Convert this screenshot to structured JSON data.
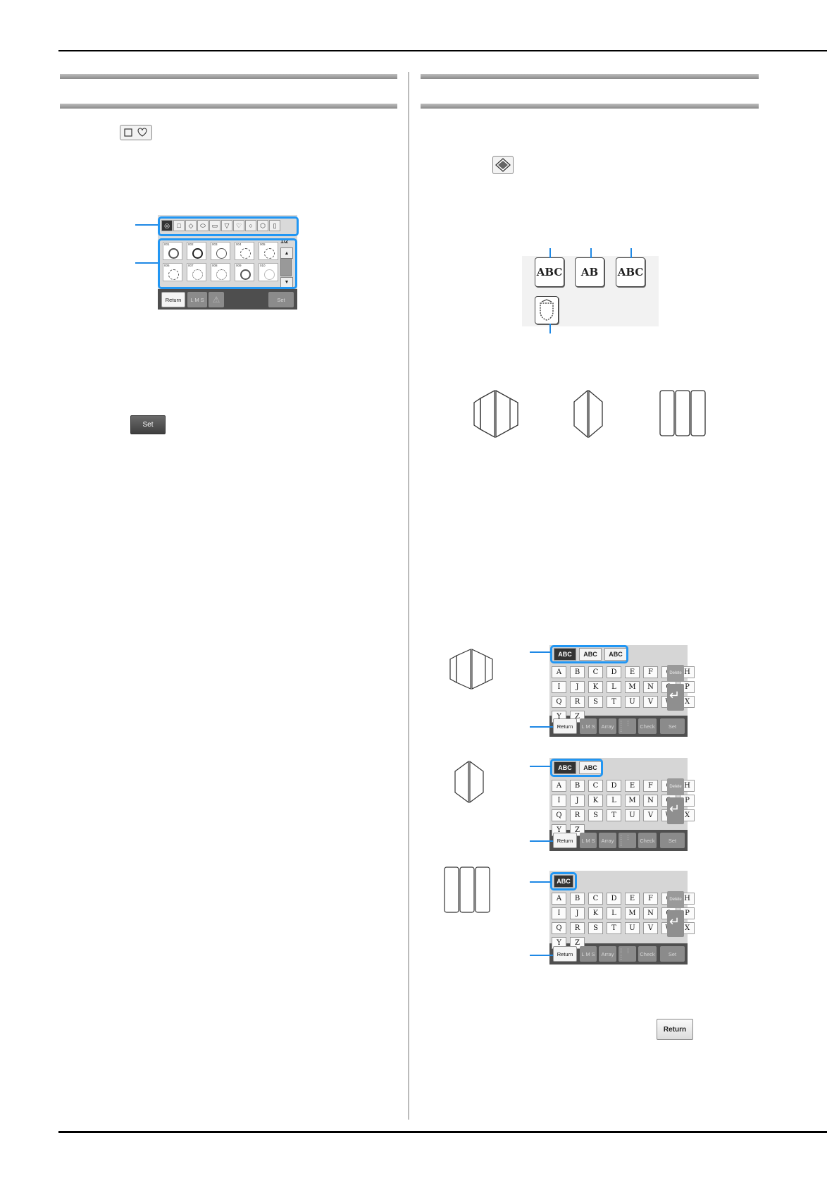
{
  "left": {
    "frame_screen": {
      "page_label": "1/2",
      "frame_numbers": [
        "001",
        "002",
        "003",
        "004",
        "005",
        "006",
        "007",
        "008",
        "009",
        "010"
      ],
      "shape_icons": [
        "frame-circle-double",
        "square",
        "diamond",
        "oval",
        "rectangle",
        "shield",
        "heart",
        "circle-dotted",
        "shield-small",
        "rounded-rect"
      ],
      "buttons": {
        "return": "Return",
        "lms": "L M S",
        "set": "Set"
      }
    },
    "set_button_label": "Set"
  },
  "right": {
    "monogram_samples": [
      {
        "label": "ABC",
        "style": "diamond-script"
      },
      {
        "label": "AB",
        "style": "diamond-two"
      },
      {
        "label": "ABC",
        "style": "block-three"
      },
      {
        "label": "",
        "style": "crest-frame"
      }
    ],
    "keyboards": [
      {
        "font_tabs": [
          "ABC",
          "ABC",
          "ABC"
        ],
        "keys": [
          "A",
          "B",
          "C",
          "D",
          "E",
          "F",
          "G",
          "H",
          "I",
          "J",
          "K",
          "L",
          "M",
          "N",
          "O",
          "P",
          "Q",
          "R",
          "S",
          "T",
          "U",
          "V",
          "W",
          "X",
          "Y",
          "Z"
        ],
        "buttons": {
          "delete": "Delete",
          "return": "Return",
          "lms": "L M S",
          "array": "Array",
          "check": "Check",
          "set": "Set"
        }
      },
      {
        "font_tabs": [
          "ABC",
          "ABC"
        ],
        "keys": [
          "A",
          "B",
          "C",
          "D",
          "E",
          "F",
          "G",
          "H",
          "I",
          "J",
          "K",
          "L",
          "M",
          "N",
          "O",
          "P",
          "Q",
          "R",
          "S",
          "T",
          "U",
          "V",
          "W",
          "X",
          "Y",
          "Z"
        ],
        "buttons": {
          "delete": "Delete",
          "return": "Return",
          "lms": "L M S",
          "array": "Array",
          "check": "Check",
          "set": "Set"
        }
      },
      {
        "font_tabs": [
          "ABC"
        ],
        "keys": [
          "A",
          "B",
          "C",
          "D",
          "E",
          "F",
          "G",
          "H",
          "I",
          "J",
          "K",
          "L",
          "M",
          "N",
          "O",
          "P",
          "Q",
          "R",
          "S",
          "T",
          "U",
          "V",
          "W",
          "X",
          "Y",
          "Z"
        ],
        "buttons": {
          "delete": "Delete",
          "return": "Return",
          "lms": "L M S",
          "array": "Array",
          "check": "Check",
          "set": "Set"
        }
      }
    ],
    "return_button_label": "Return"
  }
}
